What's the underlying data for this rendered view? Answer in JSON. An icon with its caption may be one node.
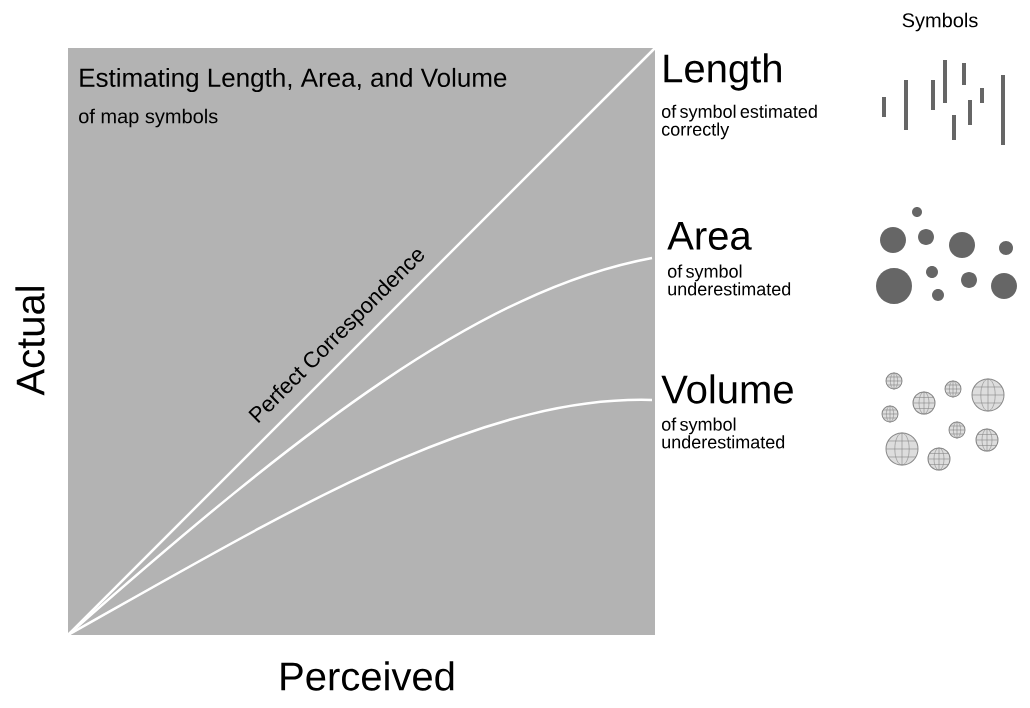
{
  "diagram": {
    "title": "Estimating Length, Area, and Volume",
    "labels": [
      "of map symbols",
      "Symbols",
      "Length",
      "of symbol estimated correctly",
      "Perfect Correspondence",
      "Area",
      "of symbol underestimated",
      "Actual",
      "Volume",
      "of symbol underestimated",
      "Perceived"
    ]
  }
}
